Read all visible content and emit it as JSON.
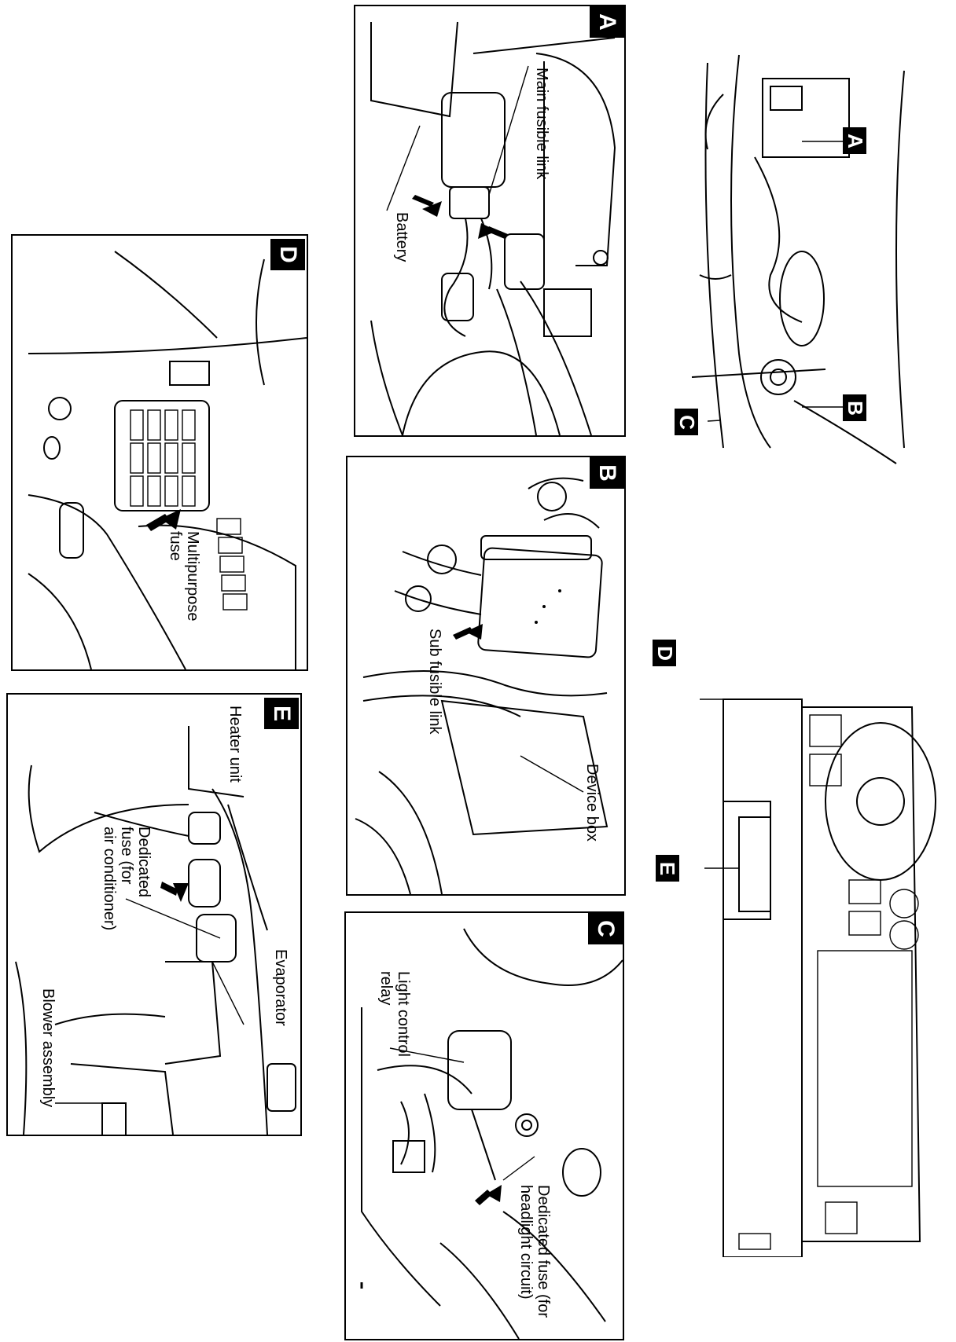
{
  "panels": {
    "A": {
      "letter": "A",
      "labels": {
        "main_fusible_link": "Main fusible link",
        "battery": "Battery"
      }
    },
    "B": {
      "letter": "B",
      "labels": {
        "sub_fusible_link": "Sub fusible link",
        "device_box": "Device box"
      }
    },
    "C": {
      "letter": "C",
      "labels": {
        "light_control_relay": "Light control\nrelay",
        "dedicated_fuse_headlight": "Dedicated fuse (for\nheadlight circuit)"
      }
    },
    "D": {
      "letter": "D",
      "labels": {
        "multipurpose_fuse": "Multipurpose\nfuse"
      }
    },
    "E": {
      "letter": "E",
      "labels": {
        "heater_unit": "Heater unit",
        "dedicated_fuse_ac": "Dedicated\nfuse (for\nair conditioner)",
        "evaporator": "Evaporator",
        "blower_assembly": "Blower assembly"
      }
    }
  },
  "overview": {
    "engine_markers": [
      "A",
      "B",
      "C"
    ],
    "dash_markers": [
      "D",
      "E"
    ]
  },
  "colors": {
    "ink": "#000000",
    "paper": "#ffffff"
  }
}
